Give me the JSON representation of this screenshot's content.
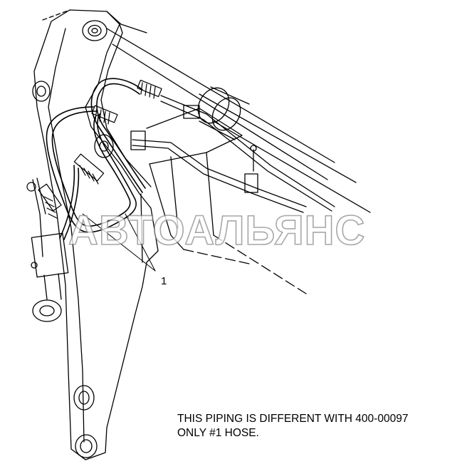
{
  "watermark": "АВТОАЛЬЯНС",
  "callout_label": "1",
  "note": {
    "line1": "THIS PIPING IS DIFFERENT WITH 400-00097",
    "line2": "ONLY #1 HOSE."
  },
  "colors": {
    "line": "#000000",
    "watermark_outline": "#8a8a8a",
    "background": "#ffffff"
  }
}
